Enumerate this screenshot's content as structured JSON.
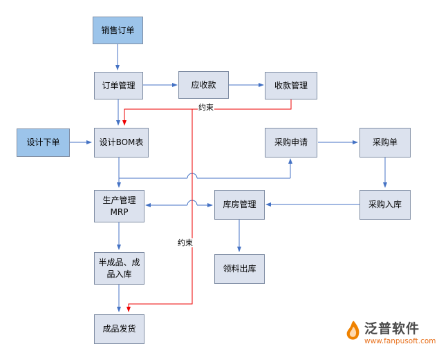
{
  "diagram": {
    "nodes": [
      {
        "id": "sales-order",
        "label": "销售订单",
        "style": "highlight"
      },
      {
        "id": "order-management",
        "label": "订单管理",
        "style": "normal"
      },
      {
        "id": "receivables",
        "label": "应收款",
        "style": "normal"
      },
      {
        "id": "collection-mgmt",
        "label": "收款管理",
        "style": "normal"
      },
      {
        "id": "design-order",
        "label": "设计下单",
        "style": "highlight"
      },
      {
        "id": "design-bom",
        "label": "设计BOM表",
        "style": "normal"
      },
      {
        "id": "purchase-request",
        "label": "采购申请",
        "style": "normal"
      },
      {
        "id": "purchase-order",
        "label": "采购单",
        "style": "normal"
      },
      {
        "id": "production-mrp",
        "label": "生产管理\nMRP",
        "style": "normal"
      },
      {
        "id": "warehouse-mgmt",
        "label": "库房管理",
        "style": "normal"
      },
      {
        "id": "purchase-inbound",
        "label": "采购入库",
        "style": "normal"
      },
      {
        "id": "semi-finished-inbound",
        "label": "半成品、成品入库",
        "style": "normal"
      },
      {
        "id": "material-outbound",
        "label": "领料出库",
        "style": "normal"
      },
      {
        "id": "finished-delivery",
        "label": "成品发货",
        "style": "normal"
      }
    ],
    "edge_labels": {
      "constraint_top": "约束",
      "constraint_bottom": "约束"
    },
    "colors": {
      "node_fill": "#dce2ee",
      "node_highlight_fill": "#9cc4ea",
      "node_border": "#7e8ca3",
      "edge_blue": "#4472c4",
      "edge_red": "#ee0000"
    }
  },
  "logo": {
    "name": "泛普软件",
    "url": "www.fanpusoft.com"
  }
}
